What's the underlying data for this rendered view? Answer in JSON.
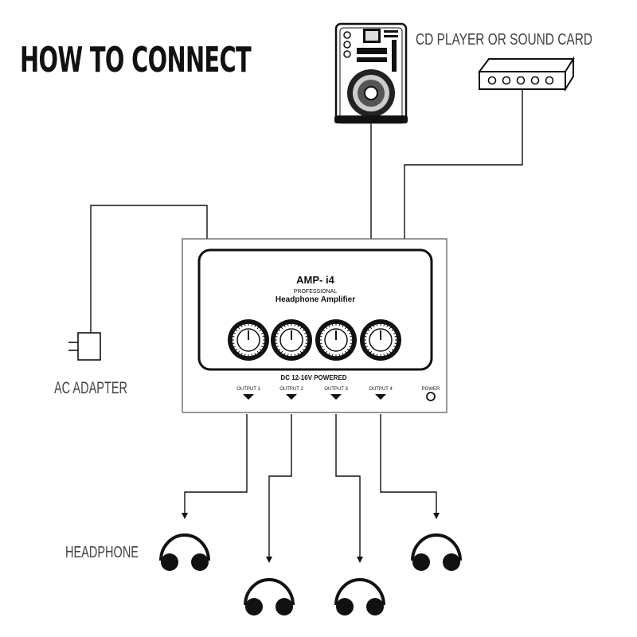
{
  "title": "HOW TO CONNECT",
  "sources": {
    "label": "CD PLAYER  OR  SOUND CARD"
  },
  "adapter": {
    "label": "AC ADAPTER"
  },
  "headphones": {
    "label": "HEADPHONE",
    "count": 4
  },
  "amplifier": {
    "model": "AMP- i4",
    "line1": "PROFESSIONAL",
    "line2": "Headphone Amplifier",
    "power_spec": "DC 12-16V  POWERED",
    "outputs": [
      "OUTPUT 1",
      "OUTPUT 2",
      "OUTPUT 3",
      "OUTPUT 4"
    ],
    "power_label": "POWER",
    "knob_count": 4
  },
  "colors": {
    "ink": "#111111",
    "label": "#444444",
    "background": "#ffffff"
  }
}
